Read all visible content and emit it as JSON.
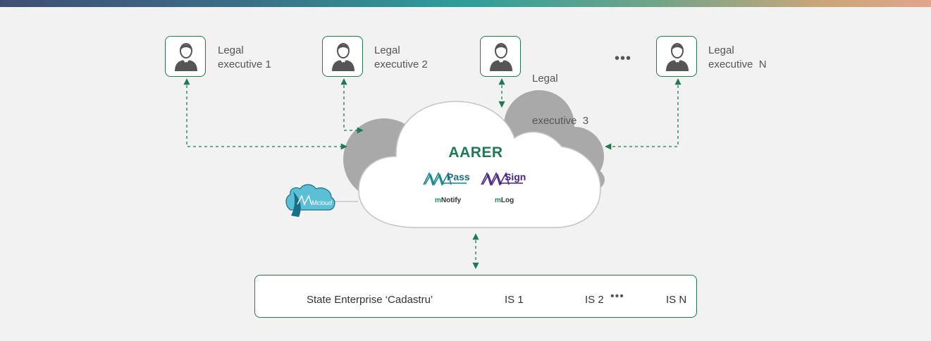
{
  "executives": [
    {
      "line1": "Legal",
      "line2": "executive 1"
    },
    {
      "line1": "Legal",
      "line2": "executive 2"
    },
    {
      "line1": "Legal",
      "line2": "executive  3"
    },
    {
      "line1": "Legal",
      "line2": "executive  N"
    }
  ],
  "ellipsis": "•••",
  "cloud": {
    "title": "AARER",
    "brands": [
      "Pass",
      "Sign"
    ],
    "modules": [
      {
        "prefix": "m",
        "name": "Notify"
      },
      {
        "prefix": "m",
        "name": "Log"
      }
    ]
  },
  "mcloud": {
    "label": "Mcloud"
  },
  "state": {
    "label": "State Enterprise ‘Cadastru’",
    "systems": [
      "IS 1",
      "IS 2",
      "IS N"
    ]
  },
  "colors": {
    "accent": "#1f7a52",
    "arrow": "#1e7a55",
    "cloud_back": "#a9a9a9",
    "cloud_front": "#ffffff"
  },
  "icons": {
    "executive": "person-tie-icon",
    "state": "institution-building-icon",
    "system": "server-drive-icon",
    "mcloud": "mcloud-logo-icon"
  }
}
